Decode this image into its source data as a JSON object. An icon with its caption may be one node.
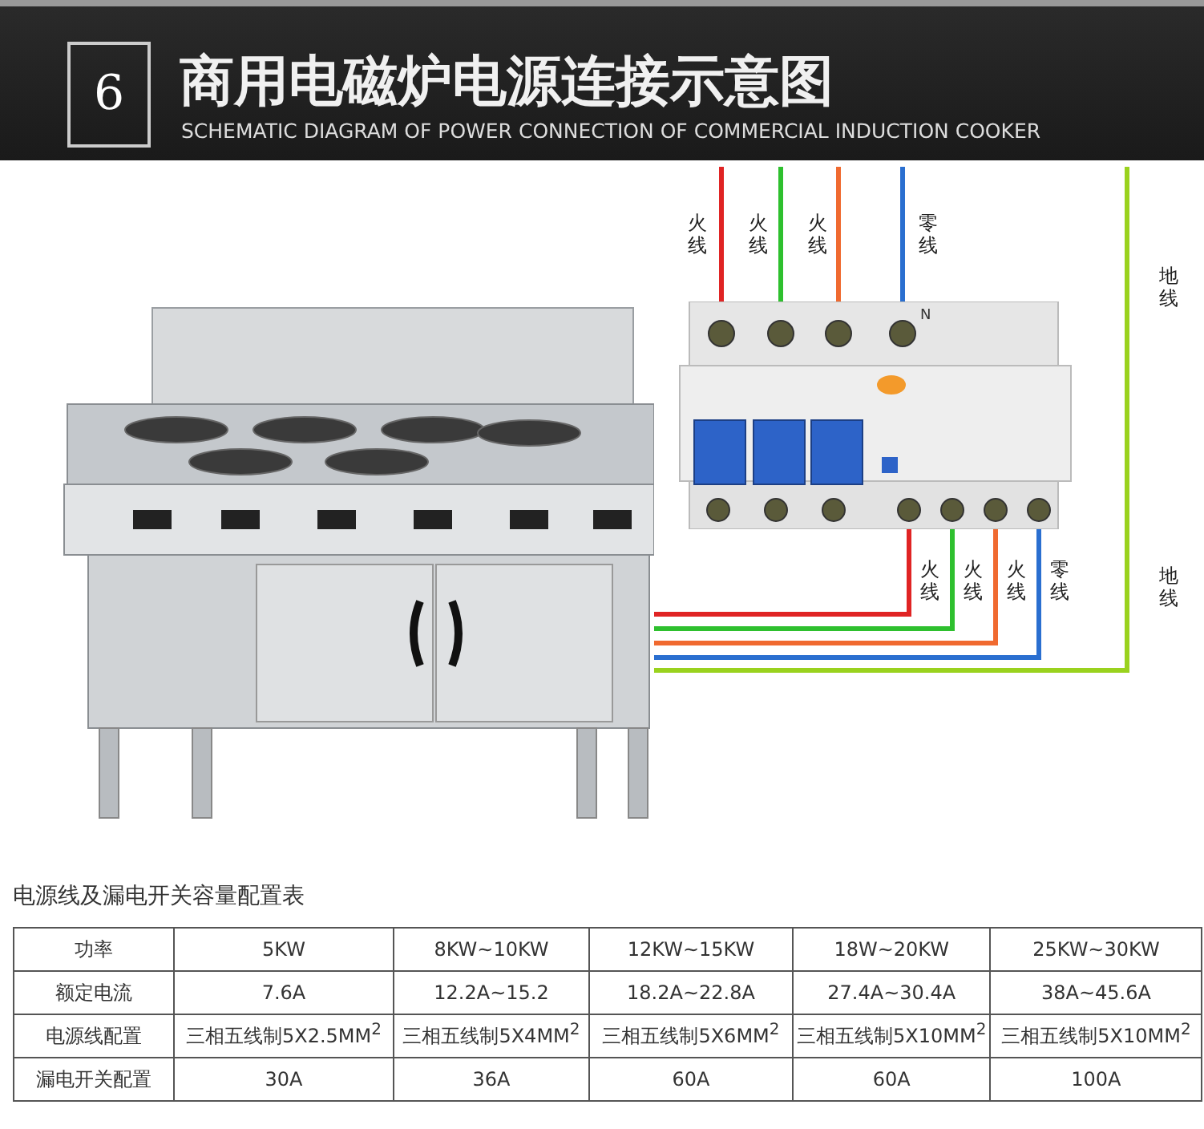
{
  "diagram": {
    "title": "商用电磁炉电源连接示意图",
    "nodes": [
      {
        "text": [],
        "shape": "picture"
      },
      {
        "text": [],
        "shape": "picture"
      }
    ],
    "edges": [
      {
        "from": null,
        "to": 1,
        "arrow": "none",
        "label": "火线",
        "color": "#e02424"
      },
      {
        "from": null,
        "to": 1,
        "arrow": "none",
        "label": "火线",
        "color": "#2ec02e"
      },
      {
        "from": null,
        "to": 1,
        "arrow": "none",
        "label": "火线",
        "color": "#f06a30"
      },
      {
        "from": null,
        "to": 1,
        "arrow": "none",
        "label": "零线",
        "color": "#2a6fd0"
      },
      {
        "from": 1,
        "to": 0,
        "arrow": "none",
        "label": "火线",
        "color": "#e02424"
      },
      {
        "from": 1,
        "to": 0,
        "arrow": "none",
        "label": "火线",
        "color": "#2ec02e"
      },
      {
        "from": 1,
        "to": 0,
        "arrow": "none",
        "label": "火线",
        "color": "#f06a30"
      },
      {
        "from": 1,
        "to": 0,
        "arrow": "none",
        "label": "零线",
        "color": "#2a6fd0"
      },
      {
        "from": null,
        "to": 0,
        "arrow": "none",
        "label": "地线",
        "color": "#9ad21e"
      }
    ],
    "labels": [
      "6",
      "SCHEMATIC DIAGRAM OF POWER CONNECTION OF COMMERCIAL INDUCTION COOKER",
      "N",
      "地线",
      "电源线及漏电开关容量配置表",
      "功率",
      "5KW",
      "8KW~10KW",
      "12KW~15KW",
      "18W~20KW",
      "25KW~30KW",
      "额定电流",
      "7.6A",
      "12.2A~15.2",
      "18.2A~22.8A",
      "27.4A~30.4A",
      "38A~45.6A",
      "电源线配置",
      "三相五线制5X2.5MM$^{2}$",
      "三相五线制5X4MM$^{2}$",
      "三相五线制5X6MM$^{2}$",
      "三相五线制5X10MM$^{2}$",
      "三相五线制5X10MM$^{2}$",
      "漏电开关配置",
      "30A",
      "36A",
      "60A",
      "60A",
      "100A"
    ]
  }
}
